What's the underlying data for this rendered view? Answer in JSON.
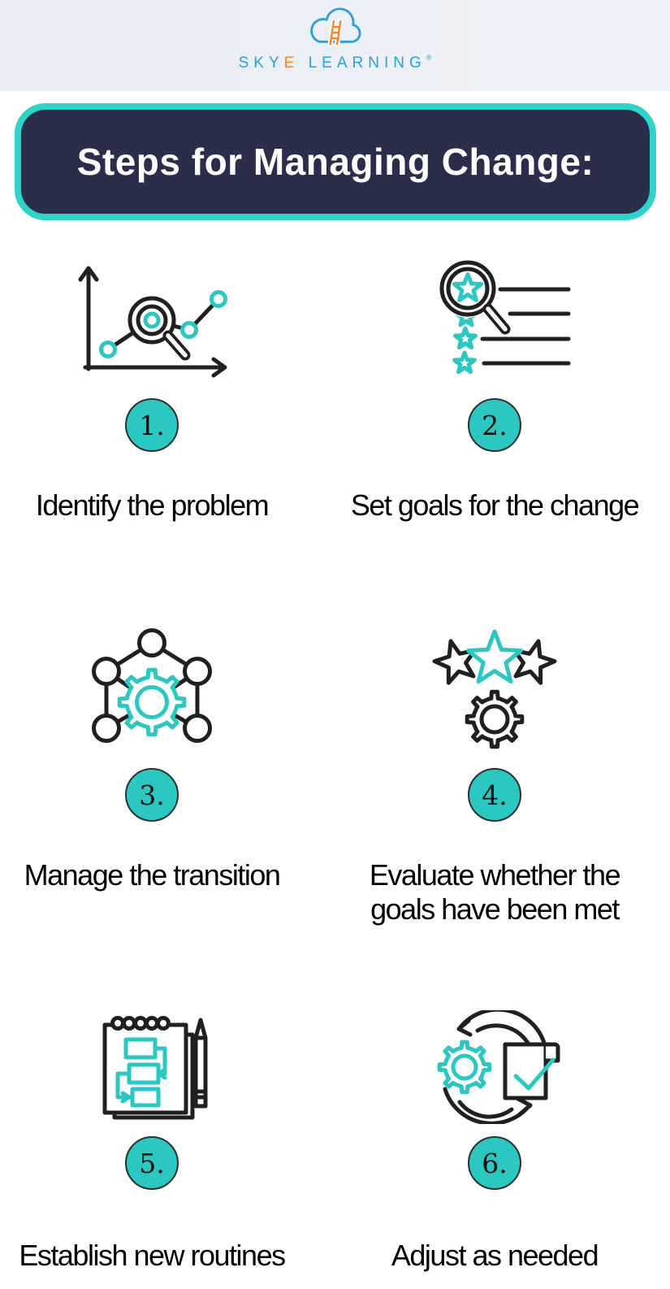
{
  "logo": {
    "icon": "cloud-ladder-icon",
    "brand_prefix": "SKY",
    "brand_accent": "E",
    "brand_suffix": " LEARNING",
    "registered": "®"
  },
  "banner": {
    "title": "Steps for Managing Change:"
  },
  "colors": {
    "teal": "#2bc8c1",
    "banner_border": "#2ed3c9",
    "navy": "#2a2e4a",
    "logo_blue": "#2d9fd8",
    "logo_orange": "#f5842d",
    "ink": "#202020",
    "header_band": "#e9edf5"
  },
  "steps": [
    {
      "number": "1.",
      "label": "Identify the problem",
      "icon": "chart-magnifier-icon"
    },
    {
      "number": "2.",
      "label": "Set goals for the change",
      "icon": "goal-list-magnifier-icon"
    },
    {
      "number": "3.",
      "label": "Manage the transition",
      "icon": "network-gear-icon"
    },
    {
      "number": "4.",
      "label": "Evaluate whether the goals have been met",
      "icon": "stars-gear-icon"
    },
    {
      "number": "5.",
      "label": "Establish new routines",
      "icon": "notepad-flowchart-icon"
    },
    {
      "number": "6.",
      "label": "Adjust as needed",
      "icon": "gear-document-cycle-icon"
    }
  ]
}
